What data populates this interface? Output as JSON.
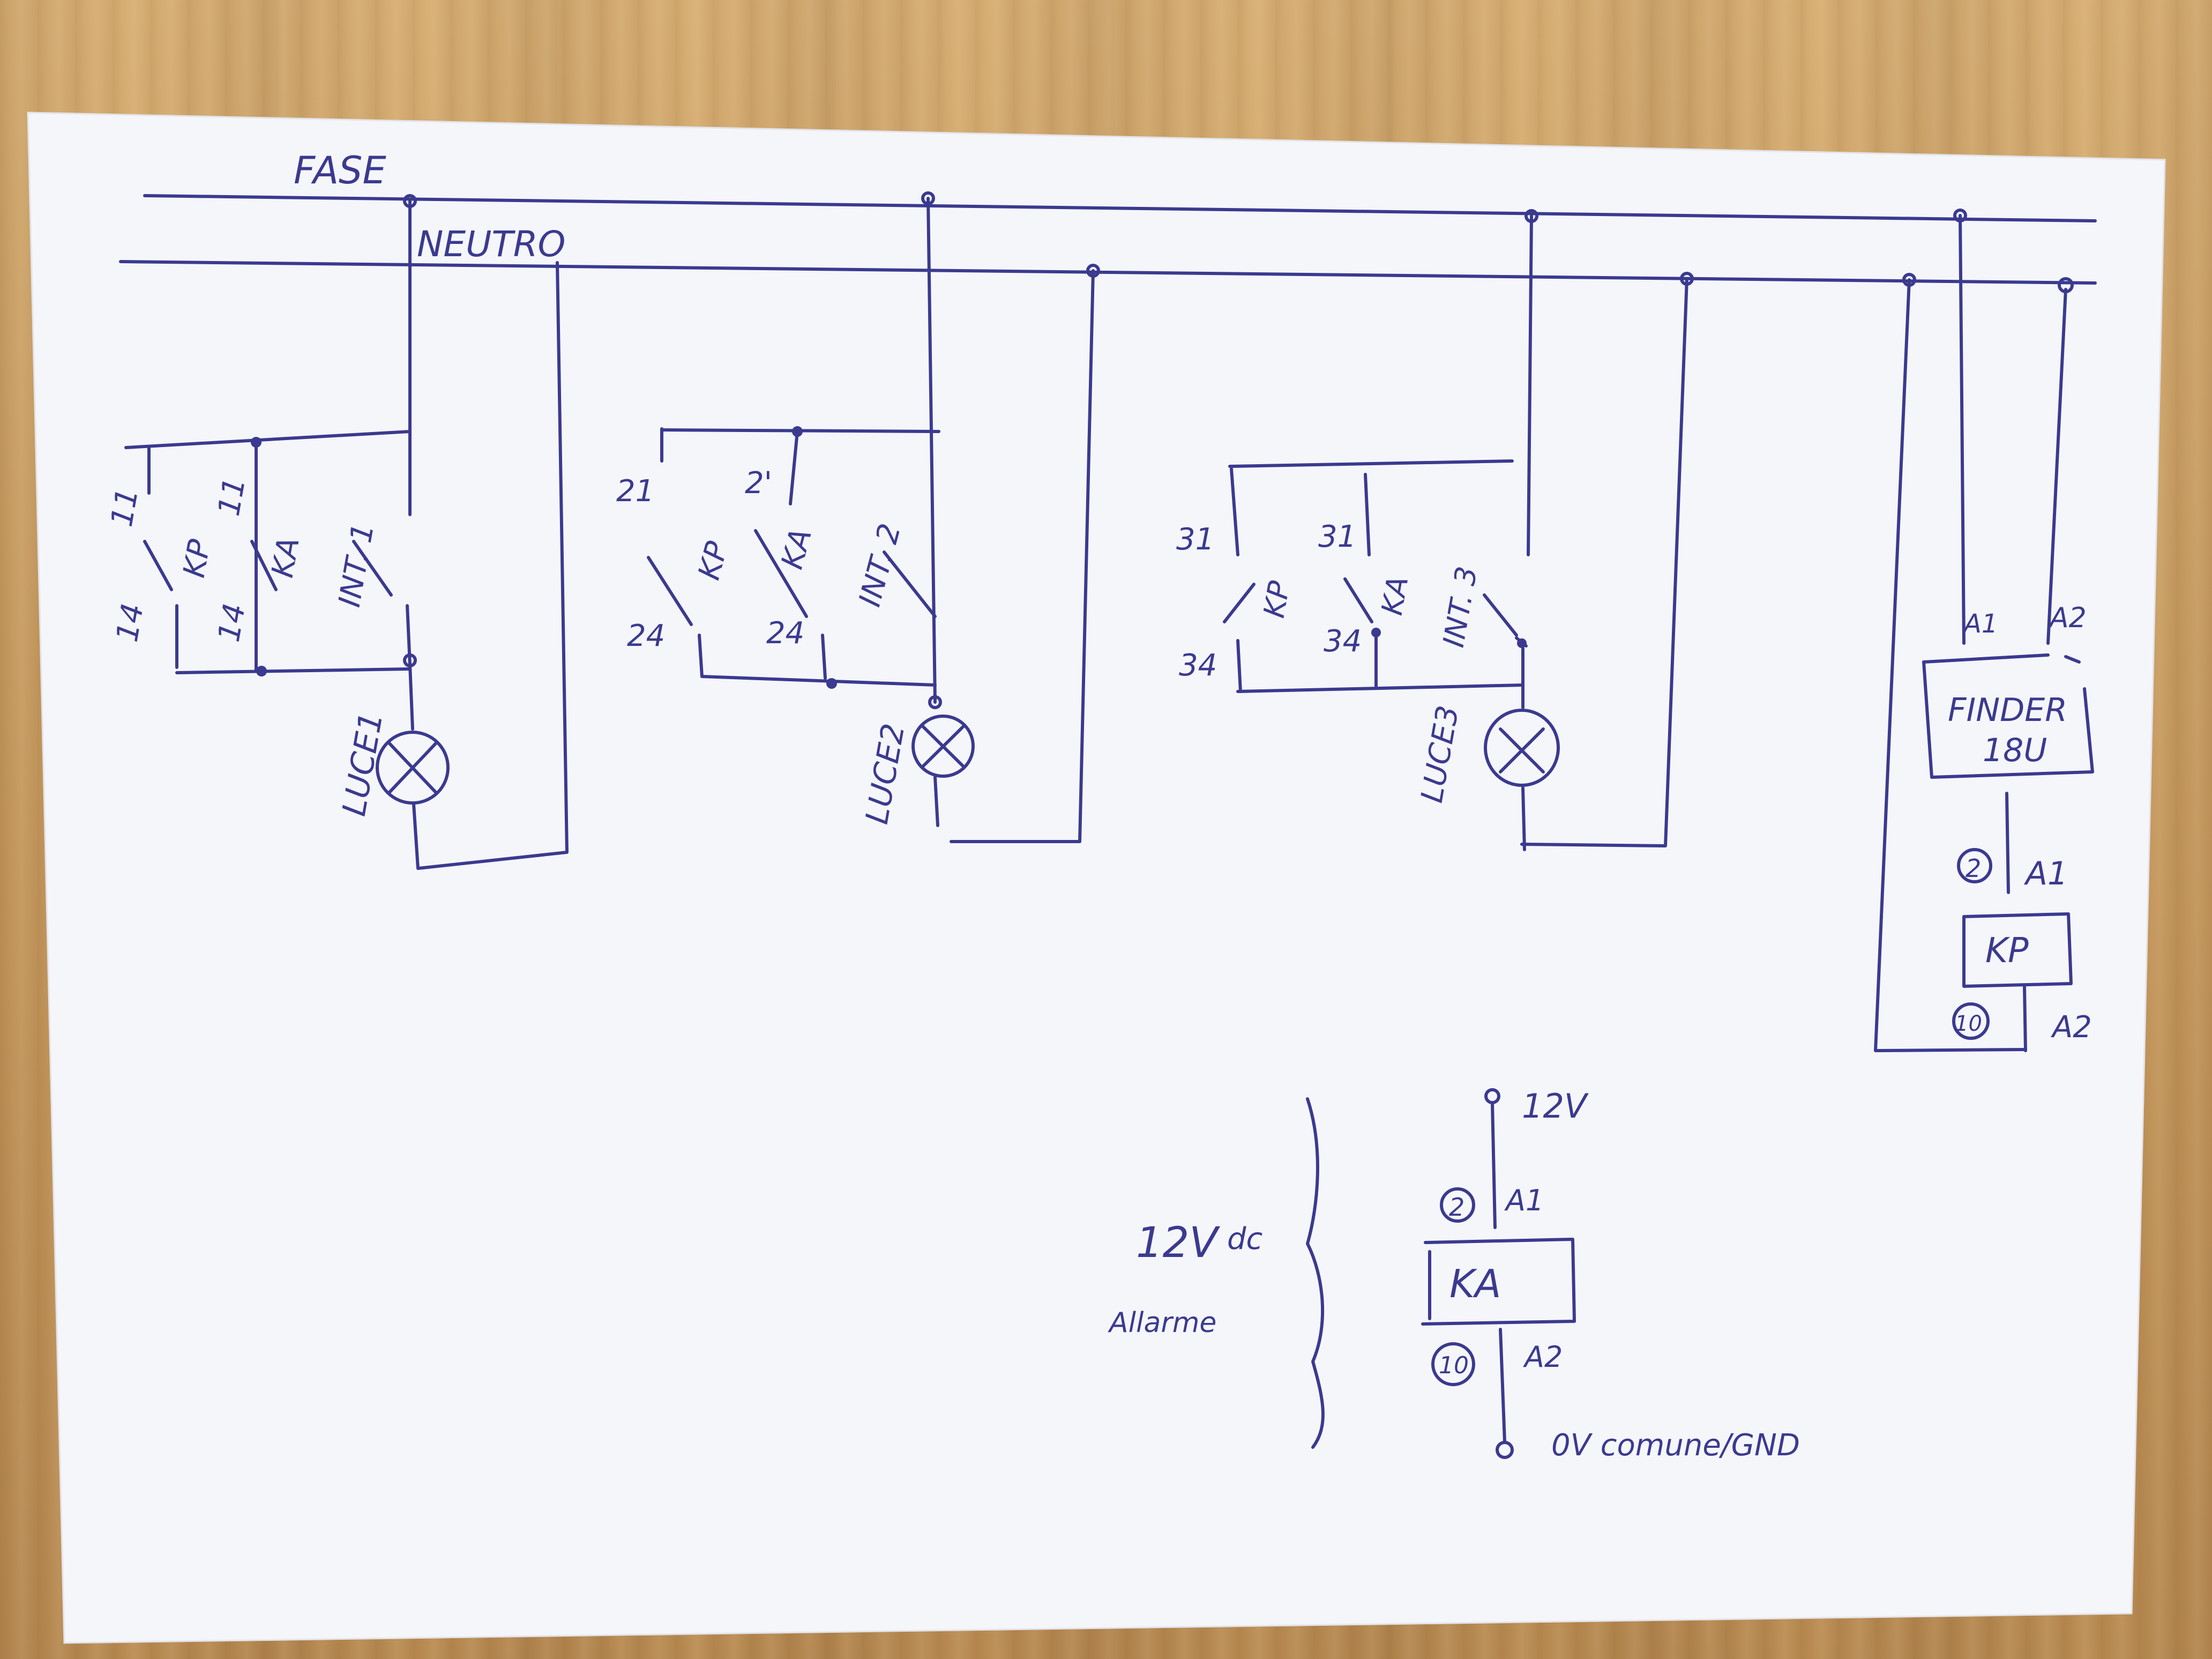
{
  "bus": {
    "phase": "FASE",
    "neutral": "NEUTRO"
  },
  "circuits": [
    {
      "kp_top": "11",
      "ka_top": "11",
      "kp_bottom": "14",
      "ka_bottom": "14",
      "kp": "KP",
      "ka": "KA",
      "switch": "INT. 1",
      "lamp": "LUCE1"
    },
    {
      "kp_top": "21",
      "ka_top": "2'",
      "kp_bottom": "24",
      "ka_bottom": "24",
      "kp": "KP",
      "ka": "KA",
      "switch": "INT. 2",
      "lamp": "LUCE2"
    },
    {
      "kp_top": "31",
      "ka_top": "31",
      "kp_bottom": "34",
      "ka_bottom": "34",
      "kp": "KP",
      "ka": "KA",
      "switch": "INT. 3",
      "lamp": "LUCE3"
    }
  ],
  "finder": {
    "a1": "A1",
    "a2": "A2",
    "name": "FINDER",
    "model": "18U"
  },
  "kp_coil": {
    "pin_top": "2",
    "a1": "A1",
    "name": "KP",
    "pin_bottom": "10",
    "a2": "A2"
  },
  "alarm": {
    "voltage": "12V",
    "voltage_sup": "dc",
    "label": "Allarme",
    "supply": "12V",
    "pin_top": "2",
    "a1": "A1",
    "name": "KA",
    "pin_bottom": "10",
    "a2": "A2",
    "ground": "0V comune/GND"
  },
  "colors": {
    "ink": "#3b3a8f",
    "paper": "#f6f6fa",
    "wood": "#c9a26a"
  }
}
